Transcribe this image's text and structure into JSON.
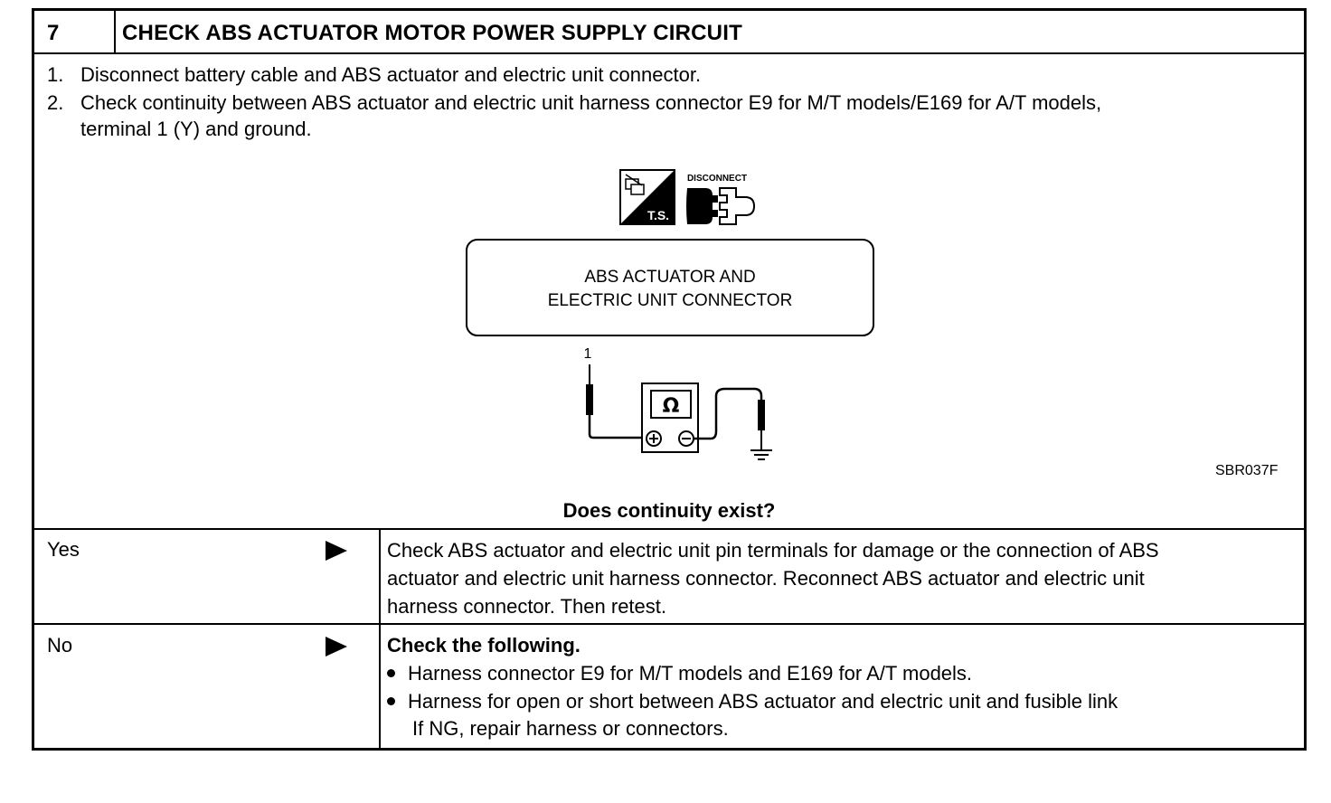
{
  "header": {
    "step_number": "7",
    "title": "CHECK ABS ACTUATOR MOTOR POWER SUPPLY CIRCUIT"
  },
  "instructions": [
    {
      "num": "1.",
      "text": "Disconnect battery cable and ABS actuator and electric unit connector."
    },
    {
      "num": "2.",
      "text": "Check continuity between ABS actuator and electric unit harness connector E9 for M/T models/E169 for A/T models,",
      "continuation": "terminal 1 (Y) and ground."
    }
  ],
  "diagram": {
    "disconnect_label": "DISCONNECT",
    "ts_label": "T.S.",
    "connector_line1": "ABS ACTUATOR AND",
    "connector_line2": "ELECTRIC UNIT CONNECTOR",
    "terminal_label": "1",
    "ohm_symbol": "Ω",
    "figure_code": "SBR037F"
  },
  "question": "Does continuity exist?",
  "answers": {
    "yes": {
      "label": "Yes",
      "lines": [
        "Check ABS actuator and electric unit pin terminals for damage or the connection of ABS",
        "actuator and electric unit harness connector. Reconnect ABS actuator and electric unit",
        "harness connector. Then retest."
      ]
    },
    "no": {
      "label": "No",
      "heading": "Check the following.",
      "bullets": [
        "Harness connector E9 for M/T models and E169 for A/T models.",
        "Harness for open or short between ABS actuator and electric unit and fusible link"
      ],
      "continuation": "If NG, repair harness or connectors."
    }
  }
}
